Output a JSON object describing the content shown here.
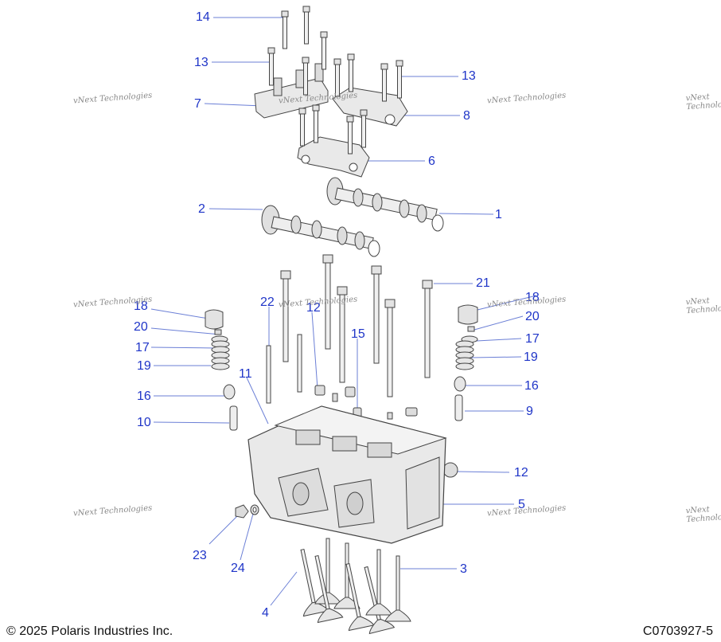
{
  "callouts": {
    "c1": "1",
    "c2": "2",
    "c3": "3",
    "c4": "4",
    "c5": "5",
    "c6": "6",
    "c7": "7",
    "c8": "8",
    "c9": "9",
    "c10": "10",
    "c11": "11",
    "c12a": "12",
    "c12b": "12",
    "c13a": "13",
    "c13b": "13",
    "c14": "14",
    "c15": "15",
    "c16a": "16",
    "c16b": "16",
    "c17a": "17",
    "c17b": "17",
    "c18a": "18",
    "c18b": "18",
    "c19a": "19",
    "c19b": "19",
    "c20a": "20",
    "c20b": "20",
    "c21": "21",
    "c22": "22",
    "c23": "23",
    "c24": "24"
  },
  "watermark": {
    "text": "vNext Technologies"
  },
  "footer": {
    "copyright": "© 2025 Polaris Industries Inc.",
    "drawing_code": "C0703927-5"
  },
  "colors": {
    "callout": "#1f35c8",
    "leader": "#6b7fd6",
    "part": "#e9e9e9",
    "outline": "#444444"
  }
}
